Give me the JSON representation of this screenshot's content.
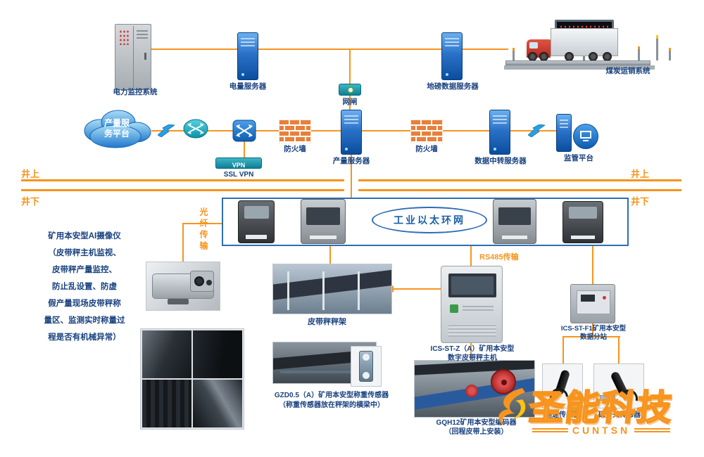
{
  "colors": {
    "line_orange": "#f7941d",
    "label_blue": "#17407e",
    "frame_blue": "#2e6db4"
  },
  "top": {
    "power_monitor": "电力监控系统",
    "power_server": "电量服务器",
    "gateway": "网闸",
    "weighbridge_server": "地磅数据服务器",
    "coal_sales": "煤炭运销系统"
  },
  "mid": {
    "cloud_line1": "产量服",
    "cloud_line2": "务平台",
    "firewall_left": "防火墙",
    "firewall_right": "防火墙",
    "production_server": "产量服务器",
    "relay_server": "数据中转服务器",
    "supervision": "监管平台",
    "vpn_device": "VPN",
    "ssl_vpn": "SSL VPN"
  },
  "divider": {
    "above_left": "井上",
    "below_left": "井下",
    "above_right": "井上",
    "below_right": "井下"
  },
  "underground": {
    "ring": "工业以太环网",
    "fiber": "光纤传输",
    "rs485": "RS485传输",
    "ai_camera_lines": [
      "矿用本安型AI摄像仪",
      "（皮带秤主机监视、",
      "皮带秤产量监控、",
      "防止乱设置、防虚",
      "假产量现场皮带秤称",
      "量区、监测实时称量过",
      "程是否有机械异常）"
    ],
    "belt_frame": "皮带秤秤架",
    "ics_z_line1": "ICS-ST-Z（A）矿用本安型",
    "ics_z_line2": "数字皮带秤主机",
    "ics_f1_line1": "ICS-ST-F1矿用本安型",
    "ics_f1_line2": "数据分站",
    "load_cell_line1": "GZD0.5（A）矿用本安型称重传感器",
    "load_cell_line2": "（称重传感器放在秤架的横梁中）",
    "encoder_line1": "GQH12矿用本安型编码器",
    "encoder_line2": "（回程皮带上安装）",
    "speed_sensor": "测速传感器",
    "magnetic_sensor": "磁开关传感器"
  },
  "watermark": {
    "brand": "圣能科技",
    "sub": "CUNTSN"
  }
}
